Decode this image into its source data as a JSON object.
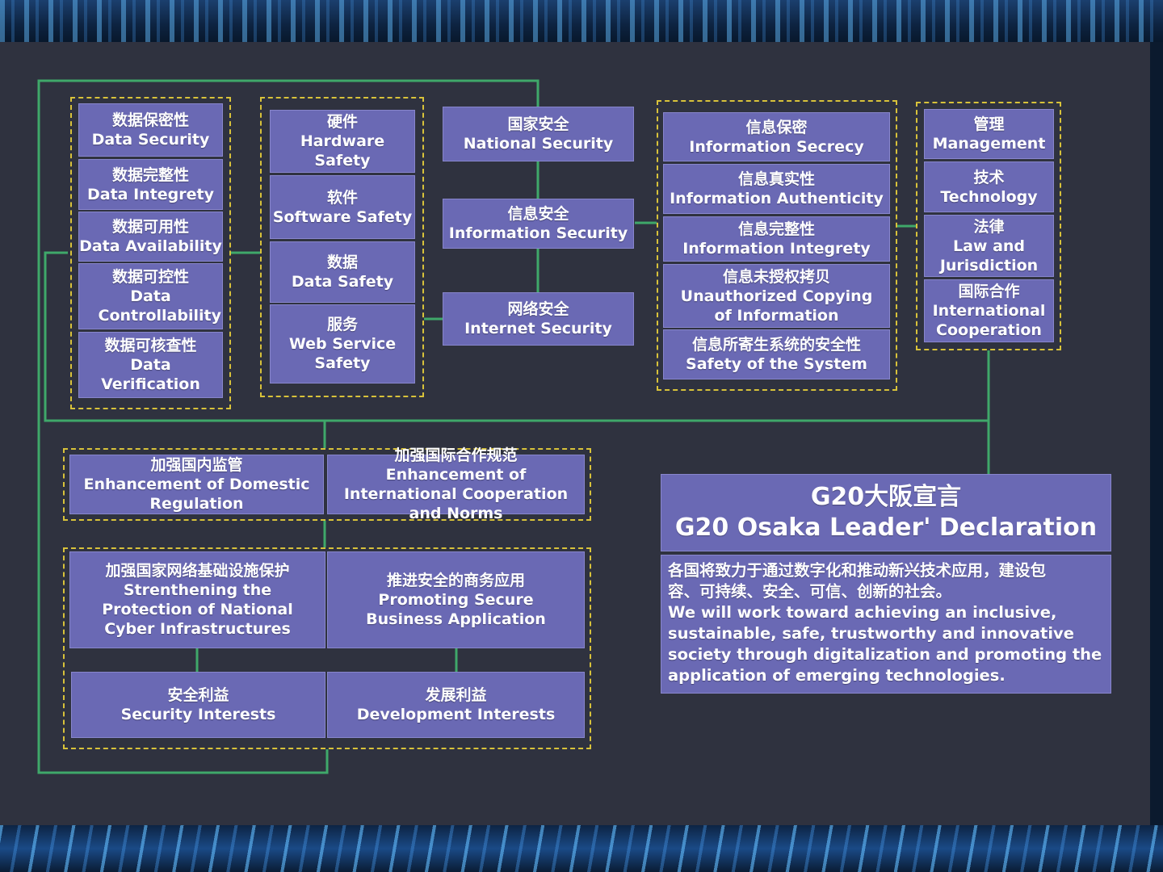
{
  "colors": {
    "panel": "#2f323f",
    "box": "#6a69b4",
    "connector": "#3fa86a",
    "dashed_group": "#d8c23a"
  },
  "data_group": [
    {
      "zh": "数据保密性",
      "en": "Data Security"
    },
    {
      "zh": "数据完整性",
      "en": "Data Integrety"
    },
    {
      "zh": "数据可用性",
      "en": "Data Availability"
    },
    {
      "zh": "数据可控性",
      "en": "Data Controllability"
    },
    {
      "zh": "数据可核查性",
      "en": "Data Verification"
    }
  ],
  "system_group": [
    {
      "zh": "硬件",
      "en": "Hardware Safety"
    },
    {
      "zh": "软件",
      "en": "Software Safety"
    },
    {
      "zh": "数据",
      "en": "Data Safety"
    },
    {
      "zh": "服务",
      "en": "Web Service Safety"
    }
  ],
  "center_column": [
    {
      "zh": "国家安全",
      "en": "National Security"
    },
    {
      "zh": "信息安全",
      "en": "Information Security"
    },
    {
      "zh": "网络安全",
      "en": "Internet Security"
    }
  ],
  "info_group": [
    {
      "zh": "信息保密",
      "en": "Information Secrecy"
    },
    {
      "zh": "信息真实性",
      "en": "Information Authenticity"
    },
    {
      "zh": "信息完整性",
      "en": "Information Integrety"
    },
    {
      "zh": "信息未授权拷贝",
      "en": "Unauthorized Copying of Information"
    },
    {
      "zh": "信息所寄生系统的安全性",
      "en": "Safety of the System"
    }
  ],
  "mgmt_group": [
    {
      "zh": "管理",
      "en": "Management"
    },
    {
      "zh": "技术",
      "en": "Technology"
    },
    {
      "zh": "法律",
      "en": "Law and Jurisdiction"
    },
    {
      "zh": "国际合作",
      "en": "International Cooperation"
    }
  ],
  "regulation_group": [
    {
      "zh": "加强国内监管",
      "en": "Enhancement of Domestic Regulation"
    },
    {
      "zh": "加强国际合作规范",
      "en": "Enhancement of International Cooperation and Norms"
    }
  ],
  "interests_group": [
    {
      "zh": "加强国家网络基础设施保护",
      "en": "Strenthening the Protection of National Cyber Infrastructures"
    },
    {
      "zh": "推进安全的商务应用",
      "en": "Promoting Secure Business Application"
    },
    {
      "zh": "安全利益",
      "en": "Security Interests"
    },
    {
      "zh": "发展利益",
      "en": "Development Interests"
    }
  ],
  "declaration": {
    "title_zh": "G20大阪宣言",
    "title_en": "G20 Osaka Leader' Declaration",
    "body_zh_1": "各国将致力于通过数字化和推动新兴技术应用，建设包",
    "body_zh_2": "容、可持续、安全、可信、创新的社会。",
    "body_en_1": "We will work toward achieving an inclusive,",
    "body_en_2": "sustainable, safe, trustworthy and innovative",
    "body_en_3": "society through digitalization and promoting the",
    "body_en_4": "application of emerging technologies."
  }
}
